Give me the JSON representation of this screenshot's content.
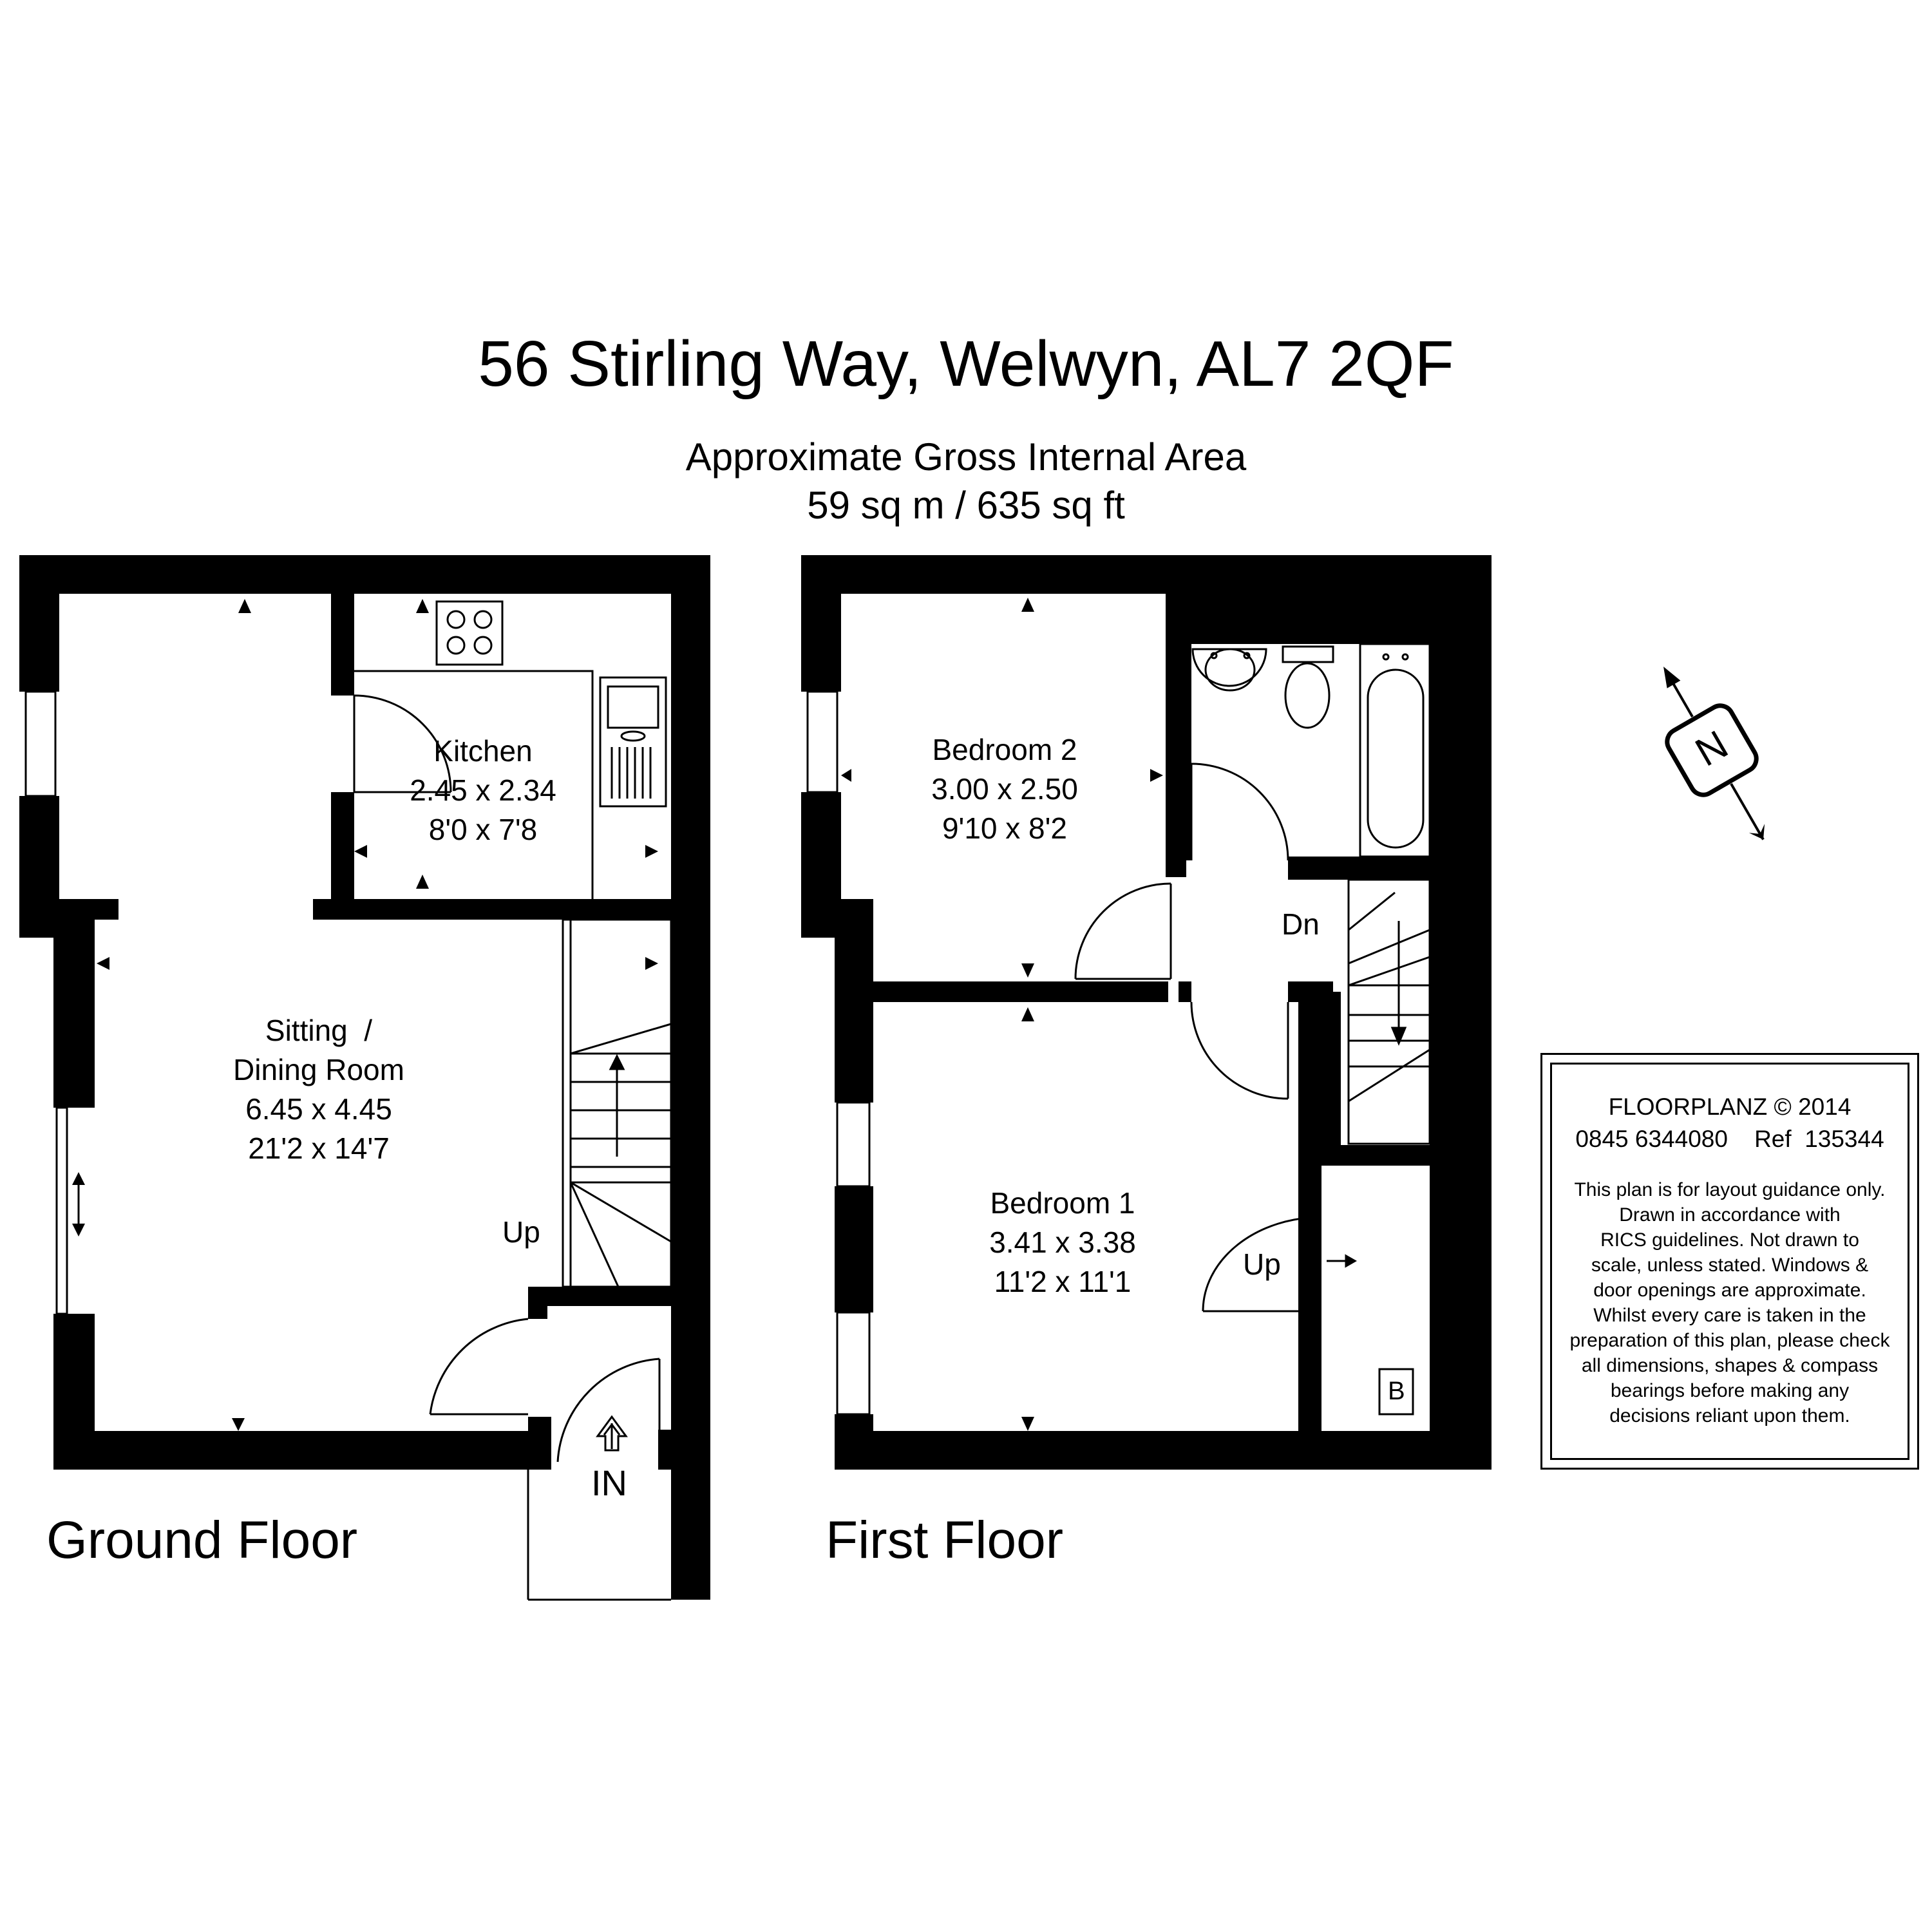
{
  "title": "56 Stirling Way, Welwyn, AL7 2QF",
  "area": {
    "label": "Approximate Gross Internal Area",
    "value": "59 sq m / 635 sq ft"
  },
  "floors": {
    "ground": {
      "label": "Ground Floor",
      "kitchen": {
        "name": "Kitchen",
        "metric": "2.45 x 2.34",
        "imperial": "8'0 x 7'8"
      },
      "sitting": {
        "name1": "Sitting  /",
        "name2": "Dining Room",
        "metric": "6.45 x 4.45",
        "imperial": "21'2 x 14'7"
      },
      "stairs_label": "Up",
      "entrance_label": "IN"
    },
    "first": {
      "label": "First Floor",
      "bedroom2": {
        "name": "Bedroom 2",
        "metric": "3.00 x 2.50",
        "imperial": "9'10 x 8'2"
      },
      "bedroom1": {
        "name": "Bedroom 1",
        "metric": "3.41 x 3.38",
        "imperial": "11'2 x 11'1"
      },
      "stairs_down_label": "Dn",
      "loft_label": "Up",
      "boiler_label": "B"
    }
  },
  "compass": {
    "letter": "N"
  },
  "notice": {
    "company": "FLOORPLANZ © 2014",
    "phone_ref": "0845 6344080    Ref  135344",
    "disclaimer": [
      "This plan is for layout guidance only.",
      "Drawn in accordance with",
      "RICS guidelines. Not drawn to",
      "scale, unless stated. Windows &",
      "door openings are approximate.",
      "Whilst every care is taken in the",
      "preparation of this plan, please check",
      "all dimensions, shapes & compass",
      "bearings before making any",
      "decisions reliant upon them."
    ]
  }
}
